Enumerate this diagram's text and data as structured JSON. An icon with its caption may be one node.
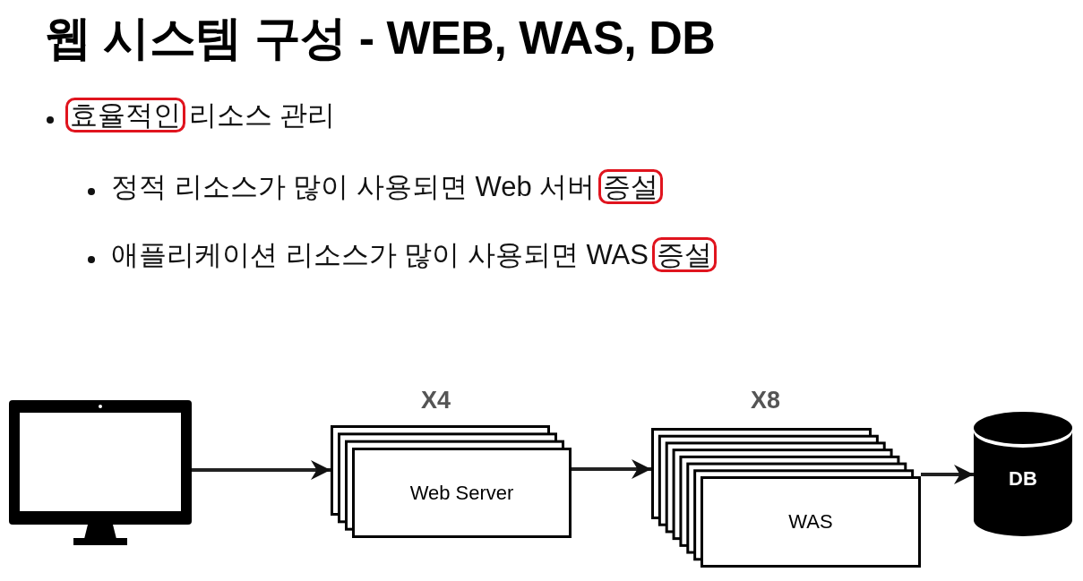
{
  "diagram": {
    "title": "웹 시스템 구성 - WEB, WAS, DB",
    "nodes": [
      {
        "text": [],
        "shape": "monitor"
      },
      {
        "text": [
          "Web Server"
        ],
        "beside": [
          "X4"
        ]
      },
      {
        "text": [
          "WAS"
        ],
        "beside": [
          "X8"
        ]
      },
      {
        "text": [
          "DB"
        ]
      }
    ],
    "edges": [
      {
        "from": 0,
        "to": 1,
        "arrow": "to"
      },
      {
        "from": 1,
        "to": 2,
        "arrow": "to"
      },
      {
        "from": 2,
        "to": 3,
        "arrow": "to"
      }
    ],
    "labels": [
      "효율적인 리소스 관리",
      "정적 리소스가 많이 사용되면 Web 서버 증설",
      "애플리케이션 리소스가 많이 사용되면 WAS 증설"
    ]
  }
}
